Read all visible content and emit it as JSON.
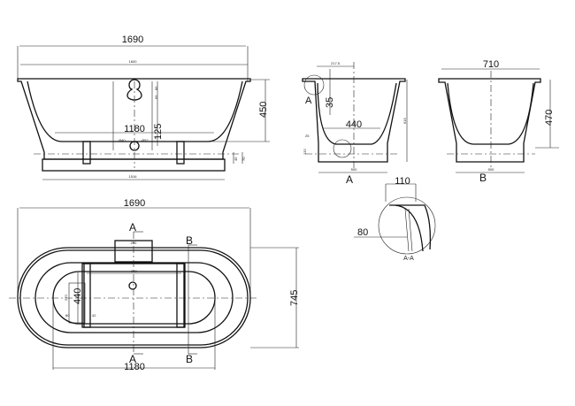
{
  "front_view": {
    "overall_length": "1690",
    "inner_length": "1600",
    "depth": "450",
    "floor_length": "1180",
    "drain_height": "125",
    "base_length": "1516",
    "overflow_dims": [
      "85",
      "65"
    ],
    "waste_dims": [
      "Ø40",
      "Ø52"
    ],
    "base_height": [
      "45",
      "70"
    ]
  },
  "section_a": {
    "label": "A",
    "offset": "217.5",
    "rim_depth": "35",
    "floor_width": "440",
    "total_height": "615",
    "base_width": "500",
    "small_dims": [
      "25",
      "132"
    ]
  },
  "section_b": {
    "label": "B",
    "width": "710",
    "depth": "470",
    "base_width": "500"
  },
  "detail": {
    "label": "A",
    "title": "A-A",
    "rim_width": "110",
    "rim_drop": "80"
  },
  "top_view": {
    "overall_length": "1690",
    "overall_width": "745",
    "floor_length": "1180",
    "floor_width": "440",
    "section_labels": [
      "A",
      "A",
      "B",
      "B"
    ],
    "overflow_width": "260",
    "foot_spacing": "960",
    "small_dims": [
      "270",
      "80",
      "42"
    ]
  }
}
